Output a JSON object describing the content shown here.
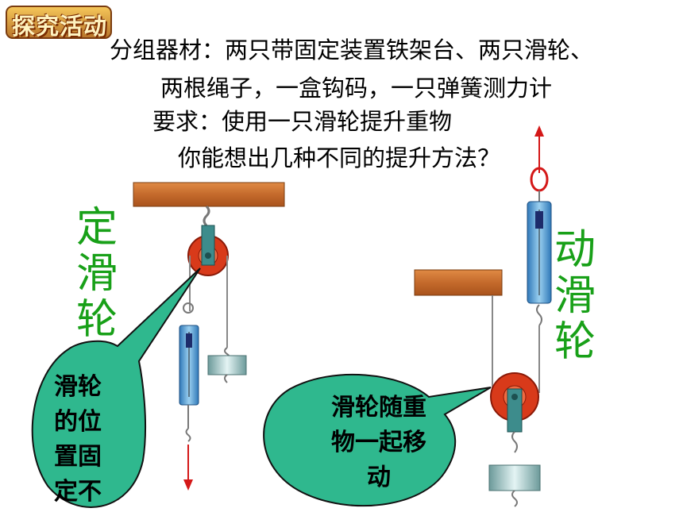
{
  "badge": {
    "label": "探究活动"
  },
  "intro": {
    "line1": "分组器材：两只带固定装置铁架台、两只滑轮、",
    "line2": "两根绳子，一盒钩码，一只弹簧测力计",
    "line3": "要求：使用一只滑轮提升重物",
    "line4": "你能想出几种不同的提升方法？"
  },
  "fixed_pulley": {
    "title": "定滑轮",
    "chars": [
      "定",
      "滑",
      "轮"
    ],
    "bubble_lines": [
      "滑轮",
      "的位",
      "置固",
      "定不"
    ]
  },
  "movable_pulley": {
    "title": "动滑轮",
    "chars": [
      "动",
      "滑",
      "轮"
    ],
    "bubble_lines": [
      "滑轮随重",
      "物一起移",
      "动"
    ]
  },
  "colors": {
    "wood": "#c46a2c",
    "pulley_red": "#d83a1a",
    "bubble_fill": "#2fb88e",
    "title_green": "#18a018",
    "arrow_red": "#d41818",
    "scale_blue": "#5fa6d8",
    "weight_gray": "#9fc3c3"
  }
}
